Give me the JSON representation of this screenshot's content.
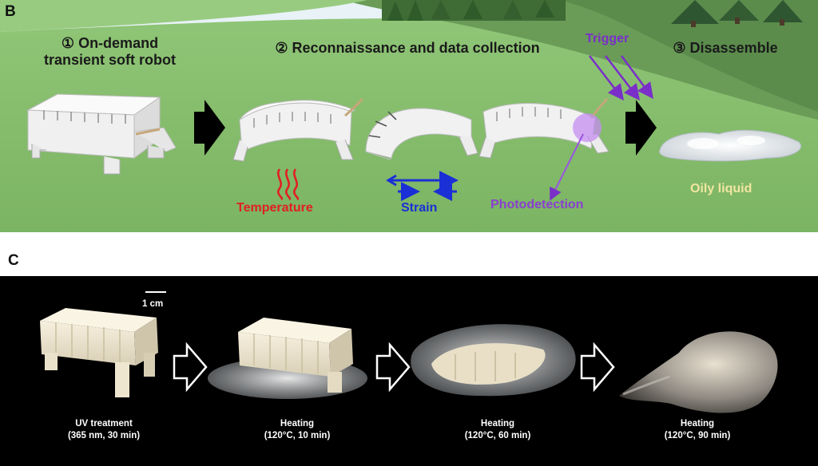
{
  "panel_b": {
    "label": "B",
    "steps": [
      {
        "number": "①",
        "title_line1": "On-demand",
        "title_line2": "transient soft robot"
      },
      {
        "number": "②",
        "title_line1": "Reconnaissance and data collection"
      },
      {
        "number": "③",
        "title_line1": "Disassemble"
      }
    ],
    "trigger_label": "Trigger",
    "measurements": [
      {
        "label": "Temperature",
        "color": "#e02020"
      },
      {
        "label": "Strain",
        "color": "#1a2fd6"
      },
      {
        "label": "Photodetection",
        "color": "#8a3fd1"
      }
    ],
    "result_label": "Oily liquid",
    "result_color": "#f2e6a0"
  },
  "panel_c": {
    "label": "C",
    "scale_bar": "1 cm",
    "stages": [
      {
        "line1": "UV treatment",
        "line2": "(365 nm, 30 min)"
      },
      {
        "line1": "Heating",
        "line2": "(120°C, 10 min)"
      },
      {
        "line1": "Heating",
        "line2": "(120°C, 60 min)"
      },
      {
        "line1": "Heating",
        "line2": "(120°C, 90 min)"
      }
    ]
  },
  "colors": {
    "sky": "#eaf3f8",
    "grass_light": "#8cc274",
    "grass_dark": "#6ea85a",
    "hill": "#5d8f4f",
    "photo_bg": "#000000",
    "robot": "#f2f2f2"
  }
}
